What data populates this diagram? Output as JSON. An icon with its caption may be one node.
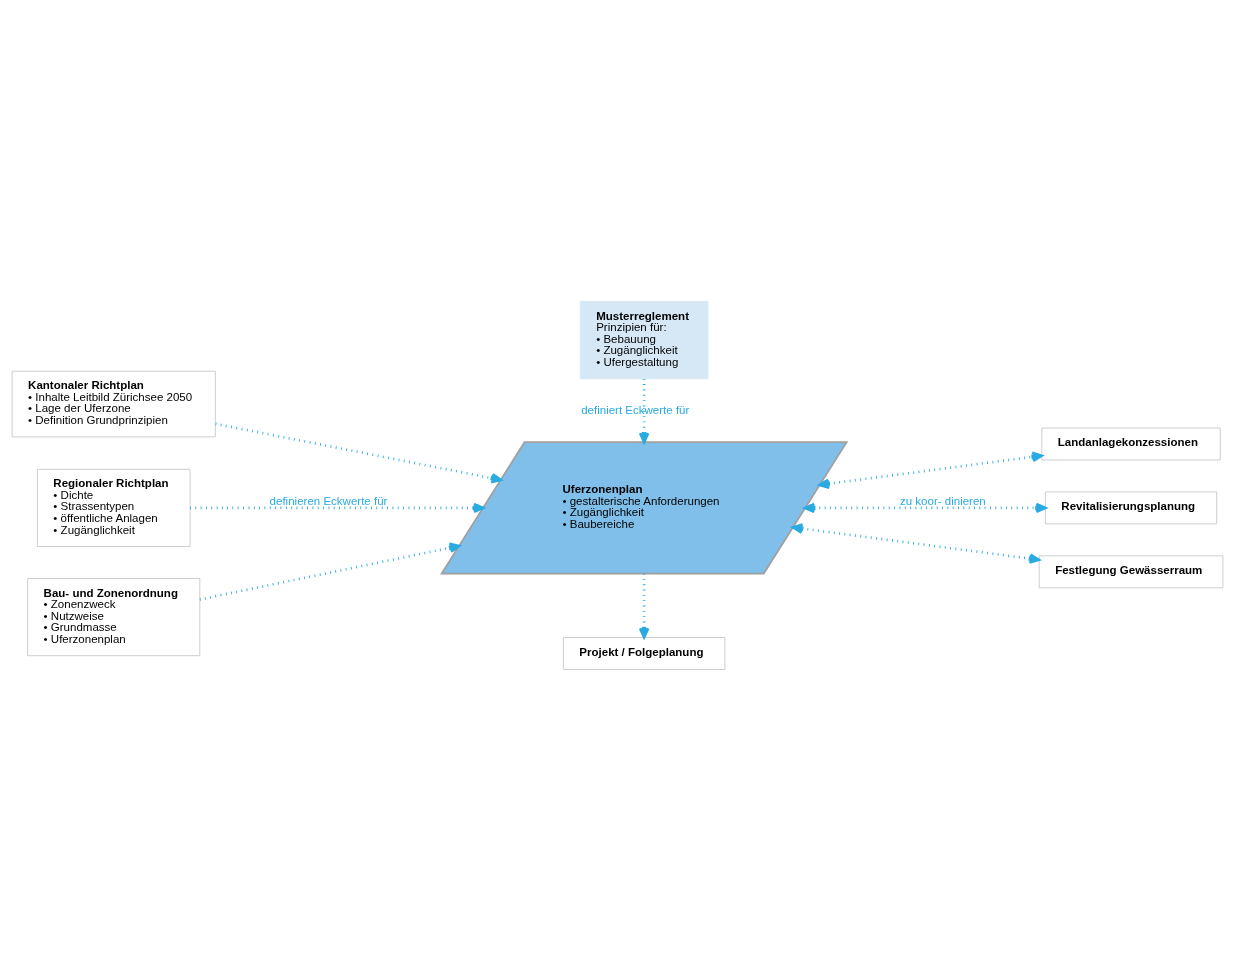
{
  "diagram": {
    "nodes": [
      {
        "text": [
          "Musterreglement",
          "Prinzipien für:",
          "• Bebauung",
          "• Zugänglichkeit",
          "• Ufergestaltung"
        ]
      },
      {
        "text": [
          "Kantonaler Richtplan",
          "• Inhalte Leitbild Zürichsee 2050",
          "• Lage der Uferzone",
          "• Definition Grundprinzipien"
        ]
      },
      {
        "text": [
          "Regionaler Richtplan",
          "• Dichte",
          "• Strassentypen",
          "• öffentliche Anlagen",
          "• Zugänglichkeit"
        ]
      },
      {
        "text": [
          "Bau- und Zonenordnung",
          "• Zonenzweck",
          "• Nutzweise",
          "• Grundmasse",
          "• Uferzonenplan"
        ]
      },
      {
        "text": [
          "Uferzonenplan",
          "• gestalterische Anforderungen",
          "• Zugänglichkeit",
          "• Baubereiche"
        ]
      },
      {
        "text": [
          "Landanlagekonzessionen"
        ]
      },
      {
        "text": [
          "Revitalisierungsplanung"
        ]
      },
      {
        "text": [
          "Festlegung Gewässerraum"
        ]
      },
      {
        "text": [
          "Projekt / Folgeplanung"
        ]
      }
    ],
    "edges": [
      {
        "from": 0,
        "to": 4,
        "arrow": "to",
        "label": "definiert Eckwerte für"
      },
      {
        "from": 1,
        "to": 4,
        "arrow": "to"
      },
      {
        "from": 2,
        "to": 4,
        "arrow": "to",
        "label": "definieren Eckwerte für"
      },
      {
        "from": 3,
        "to": 4,
        "arrow": "to"
      },
      {
        "from": 4,
        "to": 5,
        "arrow": "both"
      },
      {
        "from": 4,
        "to": 6,
        "arrow": "both",
        "label": "zu koor- dinieren"
      },
      {
        "from": 4,
        "to": 7,
        "arrow": "both"
      },
      {
        "from": 4,
        "to": 8,
        "arrow": "to"
      }
    ]
  }
}
